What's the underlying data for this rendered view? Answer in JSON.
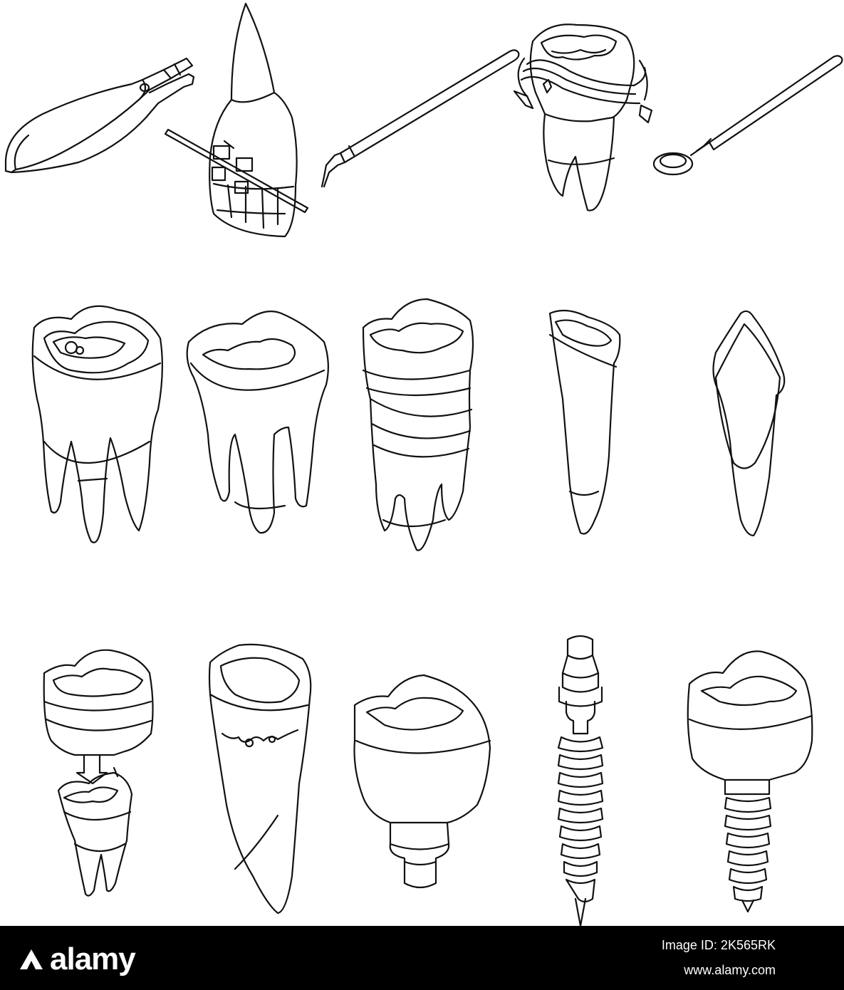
{
  "illustration": {
    "style": "isometric line art",
    "stroke_color": "#111111",
    "background": "#ffffff",
    "rows": [
      {
        "row": "instruments",
        "items": [
          "orthodontic-pliers-icon",
          "tooth-with-braces-icon",
          "dental-probe-icon",
          "tooth-with-floss-icon",
          "dental-mirror-icon"
        ]
      },
      {
        "row": "teeth",
        "items": [
          "molar-with-cavity-icon",
          "molar-icon",
          "tooth-layers-icon",
          "incisor-icon",
          "canine-icon"
        ]
      },
      {
        "row": "restorations",
        "items": [
          "crown-placement-icon",
          "broken-tooth-icon",
          "crown-abutment-icon",
          "implant-screw-icon",
          "implant-crown-icon"
        ]
      }
    ]
  },
  "footer": {
    "brand": "alamy",
    "image_id": "Image ID: 2K565RK",
    "url": "www.alamy.com",
    "background": "#000000",
    "text_color": "#ffffff"
  }
}
